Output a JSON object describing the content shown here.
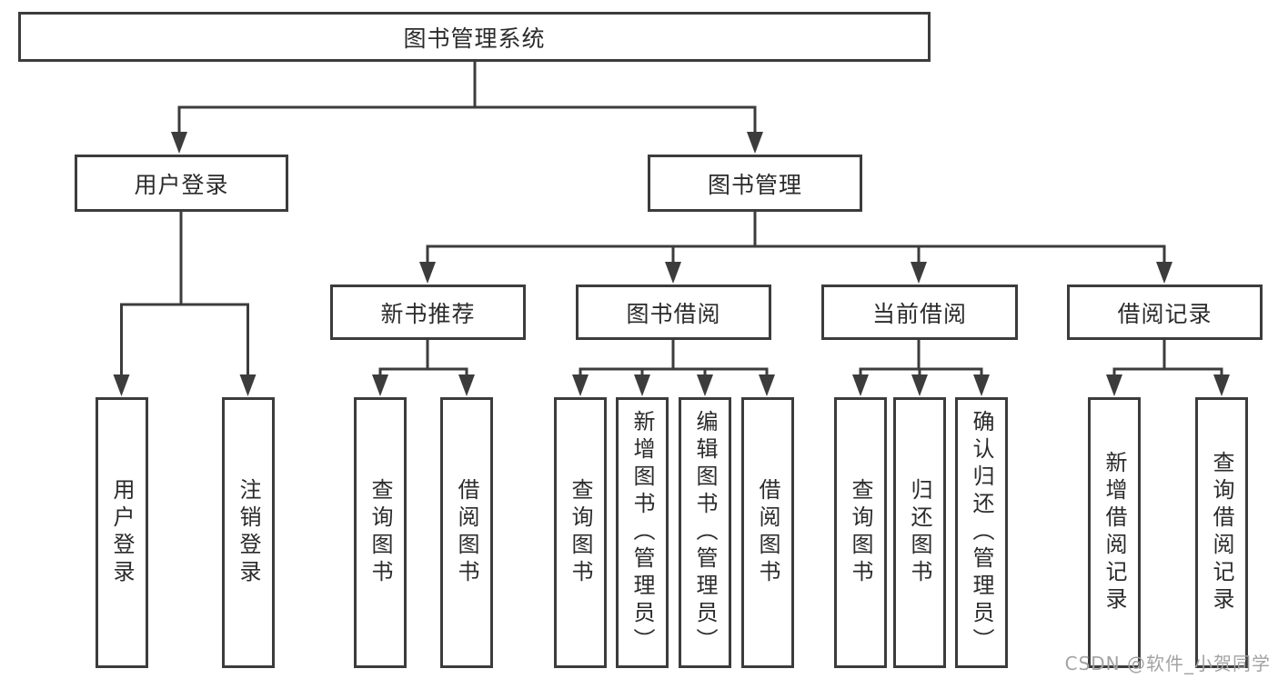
{
  "diagram": {
    "root": {
      "label": "图书管理系统"
    },
    "login_branch": {
      "label": "用户登录",
      "children": [
        "用户登录",
        "注销登录"
      ]
    },
    "mgmt_branch": {
      "label": "图书管理",
      "sections": [
        {
          "label": "新书推荐",
          "children": [
            "查询图书",
            "借阅图书"
          ]
        },
        {
          "label": "图书借阅",
          "children": [
            "查询图书",
            "新增图书（管理员）",
            "编辑图书（管理员）",
            "借阅图书"
          ]
        },
        {
          "label": "当前借阅",
          "children": [
            "查询图书",
            "归还图书",
            "确认归还（管理员）"
          ]
        },
        {
          "label": "借阅记录",
          "children": [
            "新增借阅记录",
            "查询借阅记录"
          ]
        }
      ]
    }
  },
  "watermark": "CSDN @软件_小贺同学",
  "colors": {
    "line": "#3c3c3c",
    "text": "#2b2b2b",
    "watermark": "#a3a3a3",
    "background": "#ffffff"
  }
}
